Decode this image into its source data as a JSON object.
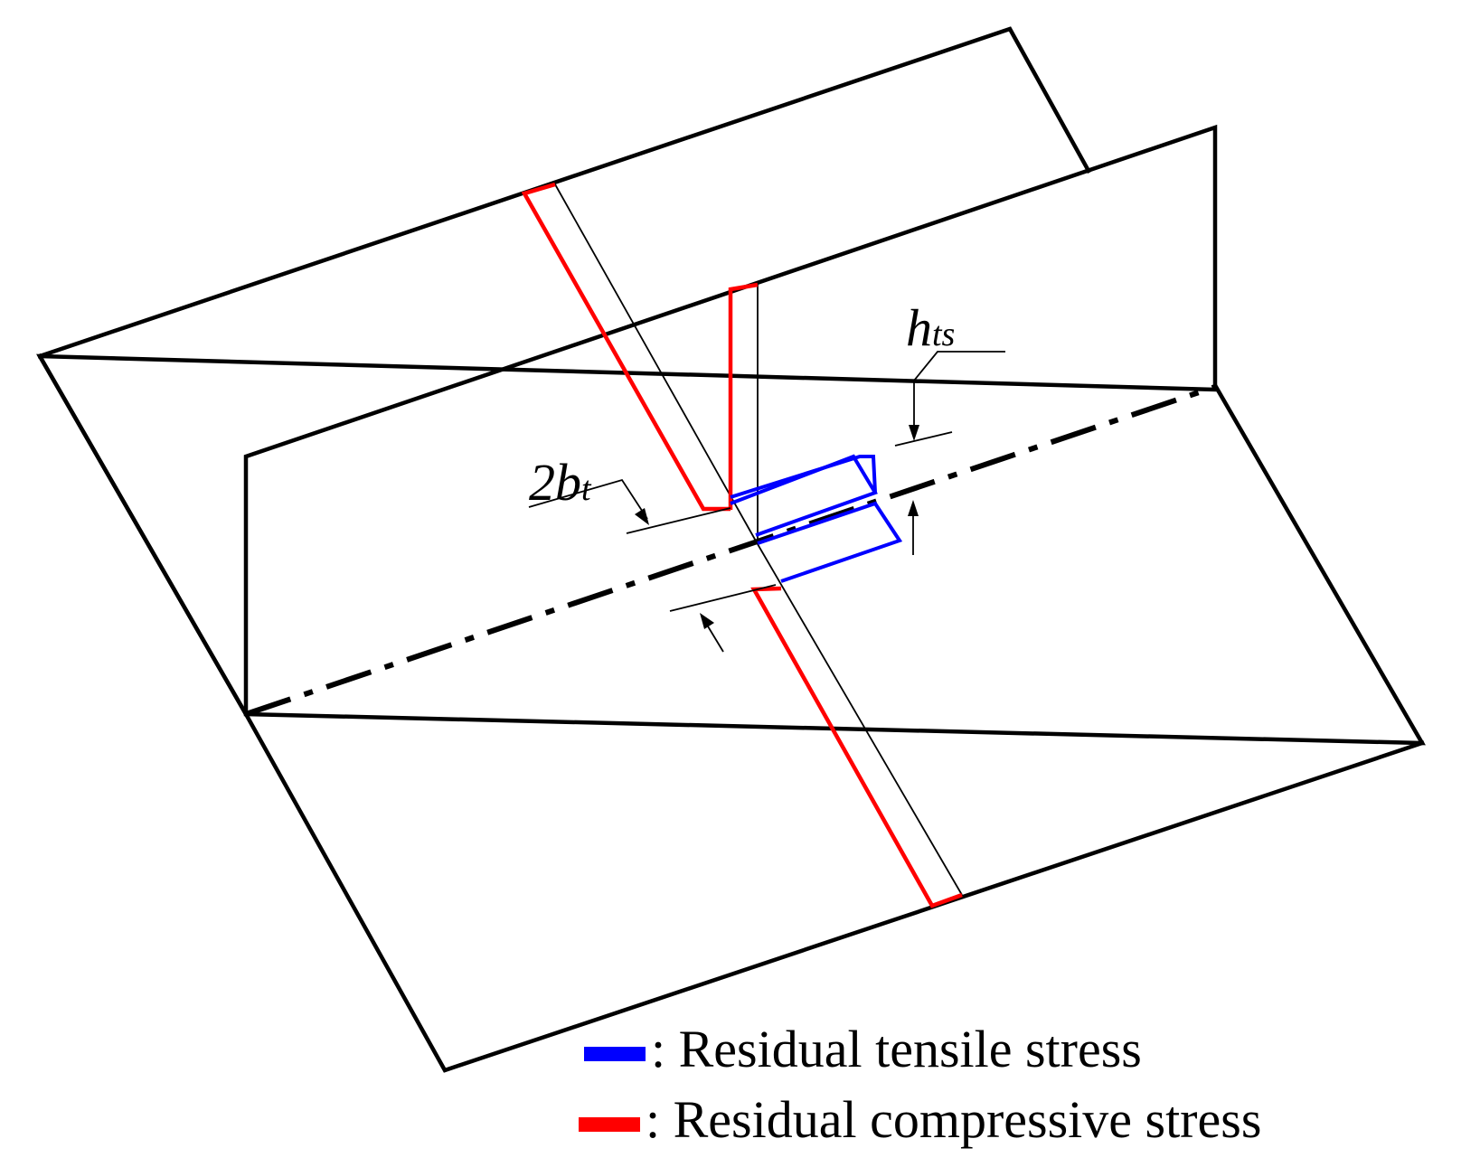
{
  "labels": {
    "hts_main": "h",
    "hts_sub": "ts",
    "bt_main": "2b",
    "bt_sub": "t"
  },
  "legend": [
    {
      "text": ": Residual tensile stress",
      "color": "#0000ff"
    },
    {
      "text": ": Residual compressive stress",
      "color": "#ff0000"
    }
  ],
  "colors": {
    "tensile": "#0000ff",
    "compressive": "#ff0000",
    "line": "#000000"
  }
}
